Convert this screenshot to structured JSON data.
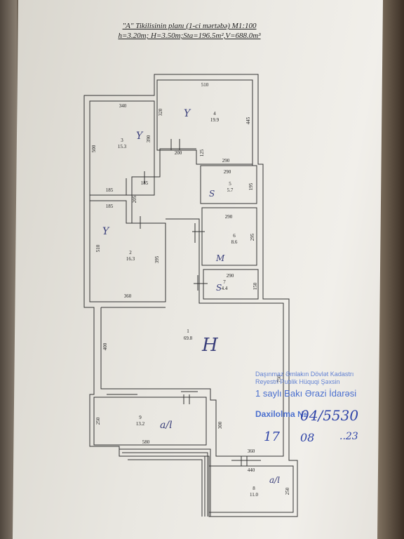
{
  "header": {
    "line1": "\"A\" Tikilisinin planı (1-ci mərtəbə) M1:100",
    "line2": "h=3.20m; H=3.50m;Sta=196.5m²,V=688.0m³"
  },
  "rooms": [
    {
      "number": "1",
      "area": "69.8"
    },
    {
      "number": "2",
      "area": "16.3"
    },
    {
      "number": "3",
      "area": "15.3"
    },
    {
      "number": "4",
      "area": "19.9"
    },
    {
      "number": "5",
      "area": "5.7"
    },
    {
      "number": "6",
      "area": "8.6"
    },
    {
      "number": "7",
      "area": "4.4"
    },
    {
      "number": "8",
      "area": "11.0"
    },
    {
      "number": "9",
      "area": "13.2"
    }
  ],
  "dimensions": [
    "510",
    "340",
    "320",
    "445",
    "390",
    "500",
    "185",
    "185",
    "200",
    "125",
    "290",
    "290",
    "195",
    "185",
    "205",
    "290",
    "295",
    "510",
    "395",
    "360",
    "290",
    "150",
    "400",
    "750",
    "250",
    "580",
    "300",
    "360",
    "440",
    "250"
  ],
  "stamp": {
    "line1": "Daşınmaz Əmlakın Dövlət Kadastrı",
    "line2": "Reyestri Publik Hüquqi Şəxsin",
    "line3": "1 saylı Bakı Ərazi İdarəsi",
    "line4": "Daxilolma №"
  },
  "handwriting": {
    "reg_number": "04/5530",
    "date_day": "17",
    "date_month": "08",
    "date_year": "..23",
    "room_marks": [
      "Y",
      "Y",
      "Y",
      "S",
      "M",
      "S",
      "H",
      "a/l",
      "a/l"
    ]
  }
}
